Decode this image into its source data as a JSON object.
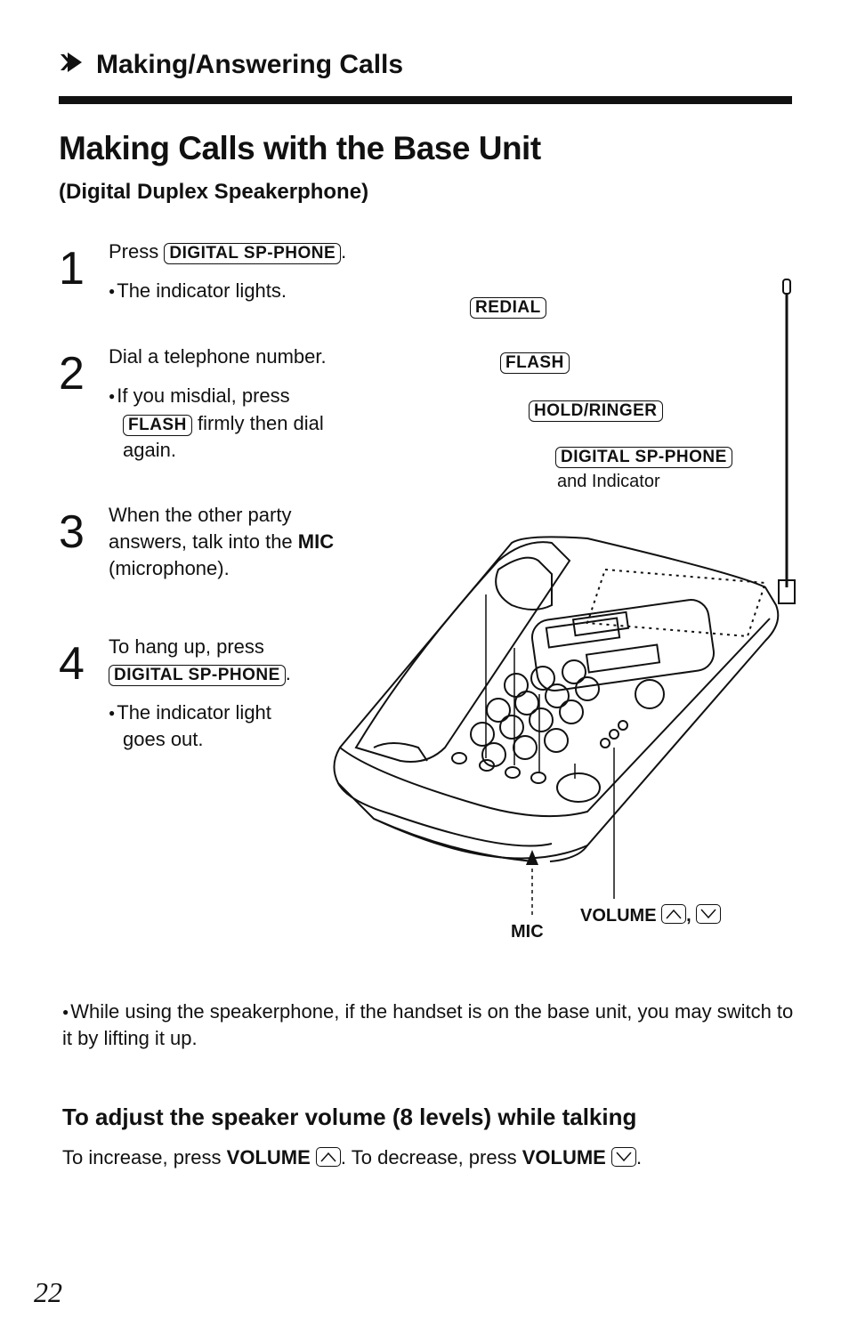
{
  "header": {
    "section": "Making/Answering Calls"
  },
  "title": "Making Calls with the Base Unit",
  "subtitle": "(Digital Duplex Speakerphone)",
  "steps": [
    {
      "num": "1",
      "text": "Press",
      "key": "DIGITAL SP-PHONE",
      "after": ".",
      "bullet": "The indicator lights."
    },
    {
      "num": "2",
      "text": "Dial a telephone number.",
      "bullet_a": "If you misdial, press",
      "key": "FLASH",
      "bullet_b": "firmly then dial",
      "bullet_c": "again."
    },
    {
      "num": "3",
      "line1": "When the other party",
      "line2_pre": "answers, talk into the",
      "line2_bold": "MIC",
      "line3": "(microphone)."
    },
    {
      "num": "4",
      "line1": "To hang up, press",
      "key": "DIGITAL SP-PHONE",
      "after": ".",
      "bullet_a": "The indicator light",
      "bullet_b": "goes out."
    }
  ],
  "callouts": {
    "redial": "REDIAL",
    "flash": "FLASH",
    "hold_ringer": "HOLD/RINGER",
    "digital_sp_phone": "DIGITAL SP-PHONE",
    "and_indicator": "and Indicator",
    "mic": "MIC",
    "volume": "VOLUME",
    "volume_sep": ","
  },
  "note": "While using the speakerphone, if the handset is on the base unit, you may switch to it by lifting it up.",
  "volume_section": {
    "heading": "To adjust the speaker volume (8 levels) while talking",
    "p_increase": "To increase, press",
    "p_volume": "VOLUME",
    "p_decrease": ". To decrease, press",
    "p_end": "."
  },
  "page_number": "22"
}
